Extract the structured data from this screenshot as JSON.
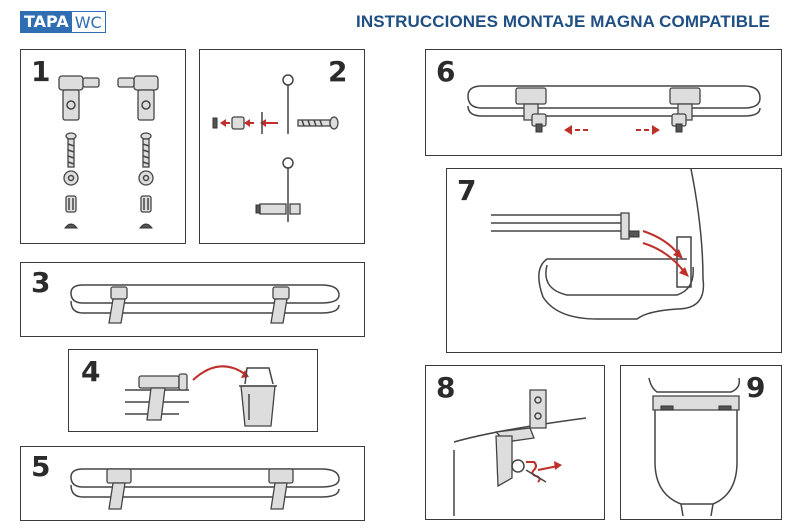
{
  "header": {
    "logo_part1": "TAPA",
    "logo_part2": "WC",
    "title": "INSTRUCCIONES MONTAJE MAGNA COMPATIBLE"
  },
  "steps": [
    {
      "number": "1"
    },
    {
      "number": "2"
    },
    {
      "number": "3"
    },
    {
      "number": "4"
    },
    {
      "number": "5"
    },
    {
      "number": "6"
    },
    {
      "number": "7"
    },
    {
      "number": "8"
    },
    {
      "number": "9"
    }
  ],
  "colors": {
    "brand": "#2f6eb3",
    "title": "#1f4f83",
    "arrow": "#c0302a",
    "border": "#3a3a3a"
  },
  "icons": [
    "hinge-icon",
    "screw-icon",
    "washer-icon",
    "anchor-icon",
    "trash-bin-icon",
    "toilet-icon",
    "arrow-icon"
  ]
}
